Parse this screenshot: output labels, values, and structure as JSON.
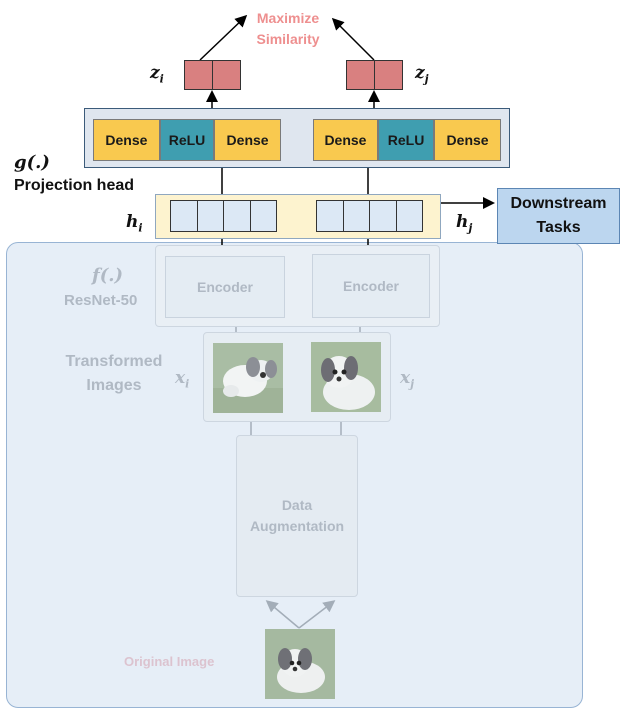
{
  "top": {
    "maximize_line1": "Maximize",
    "maximize_line2": "Similarity",
    "z_i": "z",
    "z_i_sub": "i",
    "z_j": "z",
    "z_j_sub": "j"
  },
  "projection": {
    "left": [
      "Dense",
      "ReLU",
      "Dense"
    ],
    "right": [
      "Dense",
      "ReLU",
      "Dense"
    ],
    "g_label": "g(.)",
    "head_label": "Projection head"
  },
  "representation": {
    "h_i": "h",
    "h_i_sub": "i",
    "h_j": "h",
    "h_j_sub": "j"
  },
  "downstream": {
    "line1": "Downstream",
    "line2": "Tasks"
  },
  "encoder": {
    "f_label": "f(.)",
    "resnet_label": "ResNet-50",
    "left_label": "Encoder",
    "right_label": "Encoder"
  },
  "transformed": {
    "line1": "Transformed",
    "line2": "Images",
    "x_i": "x",
    "x_i_sub": "i",
    "x_j": "x",
    "x_j_sub": "j"
  },
  "augmentation": {
    "line1": "Data",
    "line2": "Augmentation"
  },
  "original": {
    "label": "Original Image"
  },
  "colors": {
    "dense": "#f9c94f",
    "relu": "#3f9eb0",
    "z_cell": "#d98080",
    "h_cell": "#dce8f5",
    "downstream": "#bcd6ef",
    "backdrop": "#e6eef7",
    "maximize_text": "#ee8f8f"
  }
}
